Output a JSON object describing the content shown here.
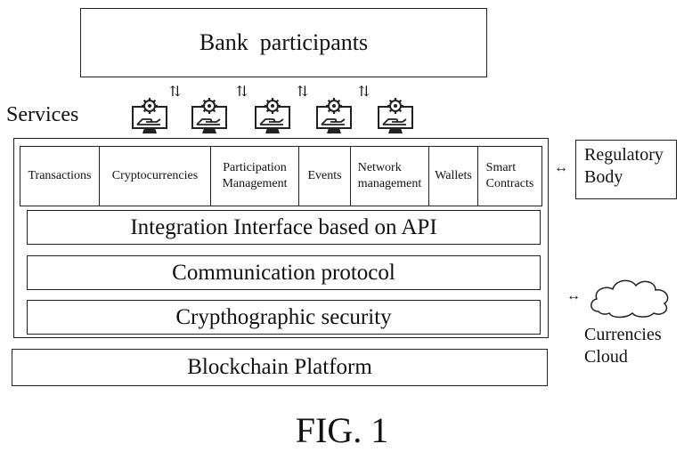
{
  "bank": {
    "label": "Bank  participants"
  },
  "services": {
    "label": "Services"
  },
  "service_cells": [
    {
      "label": "Transactions"
    },
    {
      "label": "Cryptocurrencies"
    },
    {
      "label": "Participation\nManagement"
    },
    {
      "label": "Events"
    },
    {
      "label": "Network\nmanagement"
    },
    {
      "label": "Wallets"
    },
    {
      "label": "Smart\nContracts"
    }
  ],
  "layers": {
    "integration": "Integration Interface based on API",
    "communication": "Communication protocol",
    "security": "Crypthographic security",
    "platform": "Blockchain Platform"
  },
  "regulatory": {
    "label": "Regulatory\nBody"
  },
  "cloud": {
    "label": "Currencies\nCloud"
  },
  "figure": {
    "caption": "FIG. 1"
  },
  "arrow_glyphs": {
    "vertical": "⇅",
    "horizontal": "↔"
  },
  "icons": {
    "terminal": "computer-gear-hand-icon",
    "cloud": "cloud-icon"
  }
}
